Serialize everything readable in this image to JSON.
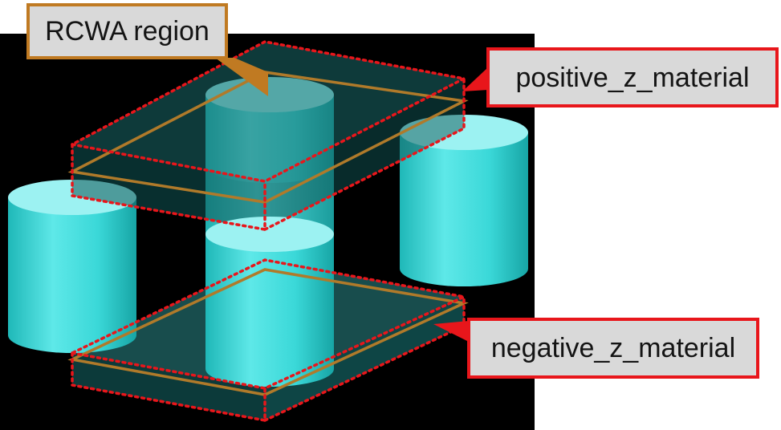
{
  "labels": {
    "rcwa_region": "RCWA region",
    "positive_z_material": "positive_z_material",
    "negative_z_material": "negative_z_material"
  },
  "colors": {
    "background": "#000000",
    "pillar": "#38d8d8",
    "pillar_top": "#8ff0f0",
    "slab": "#0f4a4a",
    "rcwa_outline": "#b07a2a",
    "material_outline": "#e8161b",
    "label_fill": "#d9d9d9"
  }
}
